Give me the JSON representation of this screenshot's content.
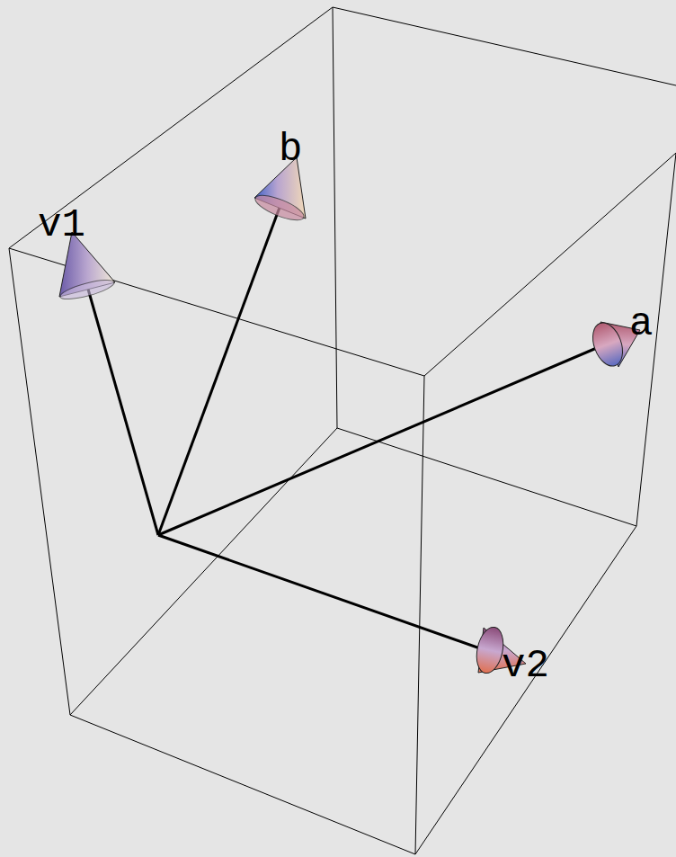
{
  "diagram": {
    "labels": [
      "v1",
      "b",
      "a",
      "v2"
    ]
  }
}
